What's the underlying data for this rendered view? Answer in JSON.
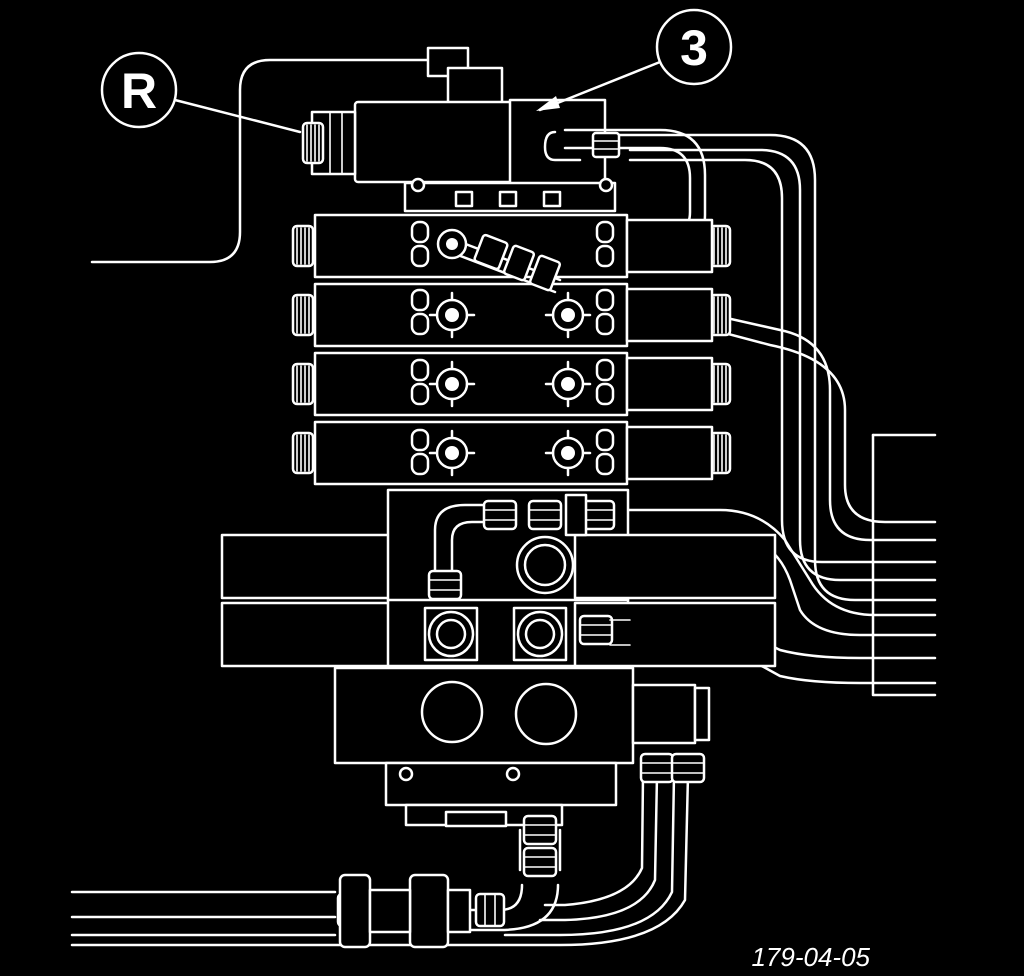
{
  "callouts": [
    {
      "id": "R",
      "label": "R"
    },
    {
      "id": "3",
      "label": "3"
    }
  ],
  "figure_number": "179-04-05",
  "colors": {
    "background": "#000000",
    "line": "#ffffff"
  }
}
